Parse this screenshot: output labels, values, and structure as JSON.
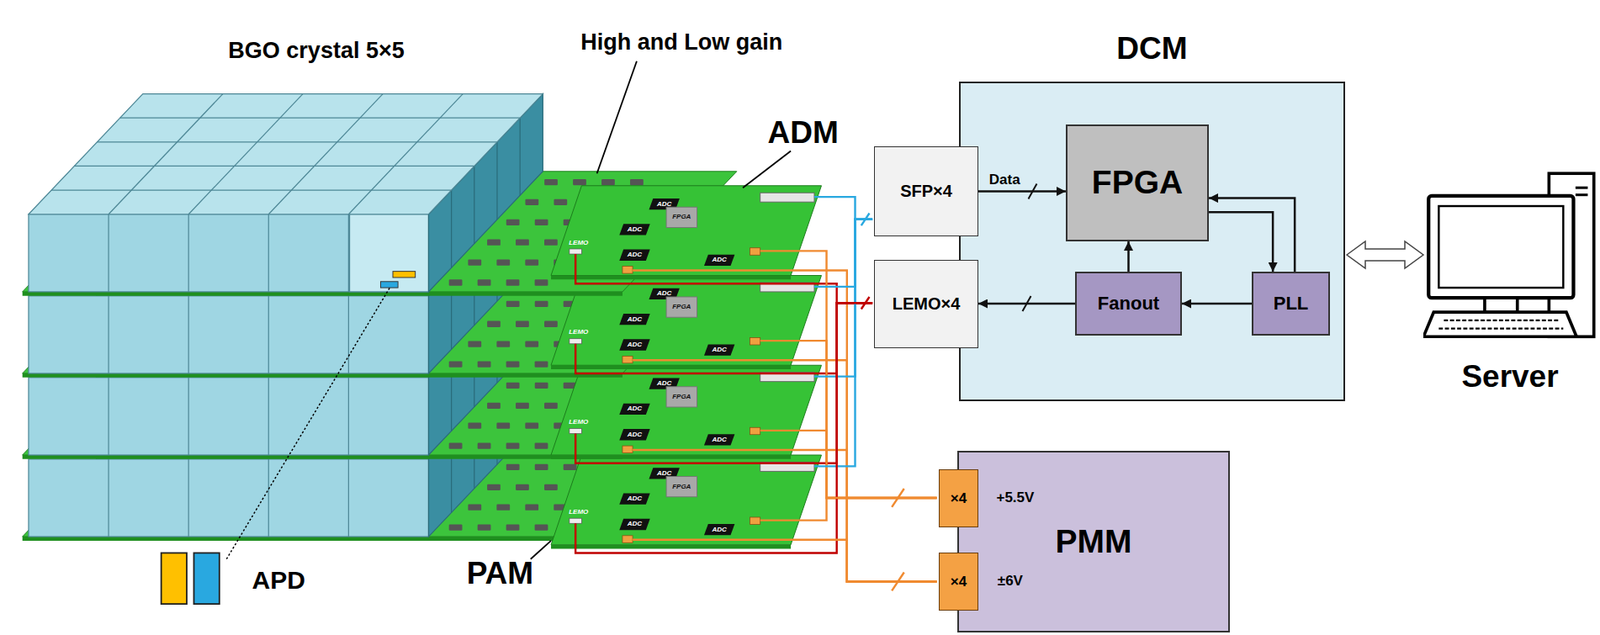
{
  "diagram": {
    "nodes": [
      {
        "text": [
          "DCM"
        ]
      },
      {
        "text": [
          "SFP×4"
        ],
        "in": 0
      },
      {
        "text": [
          "LEMO×4"
        ],
        "in": 0
      },
      {
        "text": [
          "FPGA"
        ],
        "in": 0
      },
      {
        "text": [
          "Fanout"
        ],
        "in": 0
      },
      {
        "text": [
          "PLL"
        ],
        "in": 0
      },
      {
        "text": [
          "Server"
        ]
      },
      {
        "text": [
          "PMM"
        ]
      },
      {
        "text": [
          "×4"
        ],
        "in": 7
      },
      {
        "text": [
          "×4"
        ],
        "in": 7
      }
    ],
    "edges": [
      {
        "from": 1,
        "to": 3,
        "label": "Data",
        "arrow": "to"
      },
      {
        "from": 4,
        "to": 2,
        "arrow": "to"
      },
      {
        "from": 5,
        "to": 4,
        "arrow": "to"
      },
      {
        "from": 4,
        "to": 3,
        "arrow": "to"
      },
      {
        "from": 3,
        "to": 5,
        "arrow": "to"
      },
      {
        "from": 5,
        "to": 3,
        "arrow": "to"
      },
      {
        "from": 0,
        "to": 6,
        "arrow": "both"
      }
    ],
    "labels": [
      "BGO crystal 5×5",
      "High and Low gain",
      "ADM",
      "ADC",
      "ADC",
      "ADC",
      "ADC",
      "FPGA",
      "LEMO",
      "ADC",
      "ADC",
      "ADC",
      "ADC",
      "FPGA",
      "LEMO",
      "ADC",
      "ADC",
      "ADC",
      "ADC",
      "FPGA",
      "LEMO",
      "ADC",
      "ADC",
      "ADC",
      "ADC",
      "FPGA",
      "LEMO",
      "APD",
      "PAM",
      "+5.5V",
      "±6V"
    ]
  }
}
